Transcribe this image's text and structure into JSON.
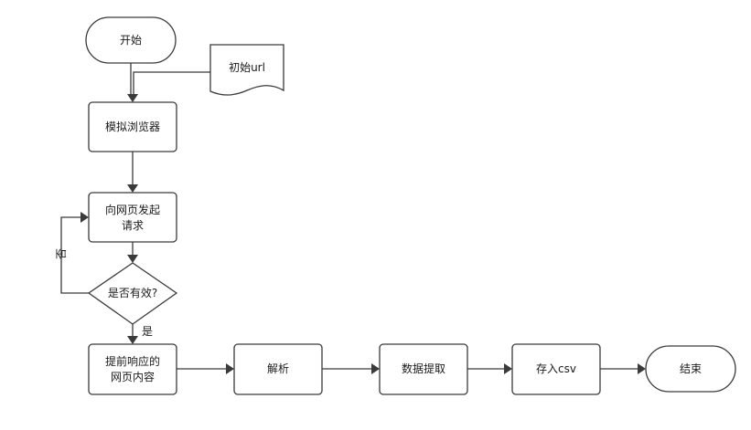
{
  "nodes": {
    "start": "开始",
    "initial_url": "初始url",
    "simulate_browser": "模拟浏览器",
    "send_request_line1": "向网页发起",
    "send_request_line2": "请求",
    "is_valid": "是否有效?",
    "extract_content_line1": "提前响应的",
    "extract_content_line2": "网页内容",
    "parse": "解析",
    "data_extract": "数据提取",
    "save_csv": "存入csv",
    "end": "结束"
  },
  "edges": {
    "yes_label": "是",
    "no_label": "否"
  },
  "colors": {
    "stroke": "#3a3a3a",
    "fill": "#ffffff",
    "text": "#1a1a1a"
  }
}
